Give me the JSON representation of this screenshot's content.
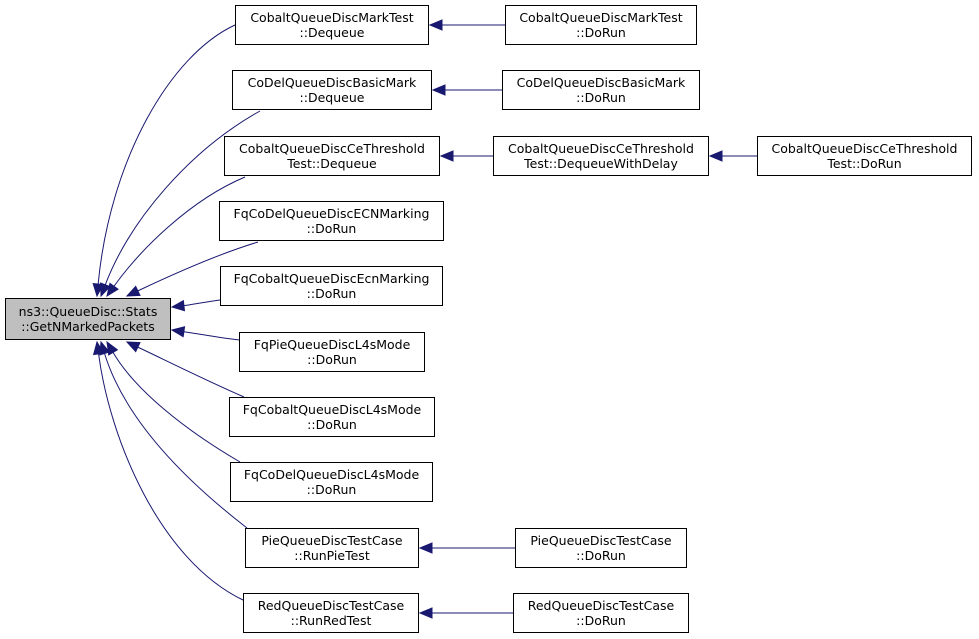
{
  "diagram": {
    "edge_color": "#191970",
    "root": {
      "id": "root",
      "lines": [
        "ns3::QueueDisc::Stats",
        "::GetNMarkedPackets"
      ],
      "fill": "#bfbfbf"
    },
    "nodes": [
      {
        "id": "n1",
        "lines": [
          "CobaltQueueDiscMarkTest",
          "::Dequeue"
        ]
      },
      {
        "id": "n1a",
        "lines": [
          "CobaltQueueDiscMarkTest",
          "::DoRun"
        ]
      },
      {
        "id": "n2",
        "lines": [
          "CoDelQueueDiscBasicMark",
          "::Dequeue"
        ]
      },
      {
        "id": "n2a",
        "lines": [
          "CoDelQueueDiscBasicMark",
          "::DoRun"
        ]
      },
      {
        "id": "n3",
        "lines": [
          "CobaltQueueDiscCeThreshold",
          "Test::Dequeue"
        ]
      },
      {
        "id": "n3a",
        "lines": [
          "CobaltQueueDiscCeThreshold",
          "Test::DequeueWithDelay"
        ]
      },
      {
        "id": "n3b",
        "lines": [
          "CobaltQueueDiscCeThreshold",
          "Test::DoRun"
        ]
      },
      {
        "id": "n4",
        "lines": [
          "FqCoDelQueueDiscECNMarking",
          "::DoRun"
        ]
      },
      {
        "id": "n5",
        "lines": [
          "FqCobaltQueueDiscEcnMarking",
          "::DoRun"
        ]
      },
      {
        "id": "n6",
        "lines": [
          "FqPieQueueDiscL4sMode",
          "::DoRun"
        ]
      },
      {
        "id": "n7",
        "lines": [
          "FqCobaltQueueDiscL4sMode",
          "::DoRun"
        ]
      },
      {
        "id": "n8",
        "lines": [
          "FqCoDelQueueDiscL4sMode",
          "::DoRun"
        ]
      },
      {
        "id": "n9",
        "lines": [
          "PieQueueDiscTestCase",
          "::RunPieTest"
        ]
      },
      {
        "id": "n9a",
        "lines": [
          "PieQueueDiscTestCase",
          "::DoRun"
        ]
      },
      {
        "id": "n10",
        "lines": [
          "RedQueueDiscTestCase",
          "::RunRedTest"
        ]
      },
      {
        "id": "n10a",
        "lines": [
          "RedQueueDiscTestCase",
          "::DoRun"
        ]
      }
    ],
    "edges": [
      {
        "from": "n1",
        "to": "root"
      },
      {
        "from": "n2",
        "to": "root"
      },
      {
        "from": "n3",
        "to": "root"
      },
      {
        "from": "n4",
        "to": "root"
      },
      {
        "from": "n5",
        "to": "root"
      },
      {
        "from": "n6",
        "to": "root"
      },
      {
        "from": "n7",
        "to": "root"
      },
      {
        "from": "n8",
        "to": "root"
      },
      {
        "from": "n9",
        "to": "root"
      },
      {
        "from": "n10",
        "to": "root"
      },
      {
        "from": "n1a",
        "to": "n1"
      },
      {
        "from": "n2a",
        "to": "n2"
      },
      {
        "from": "n3a",
        "to": "n3"
      },
      {
        "from": "n3b",
        "to": "n3a"
      },
      {
        "from": "n9a",
        "to": "n9"
      },
      {
        "from": "n10a",
        "to": "n10"
      }
    ]
  }
}
